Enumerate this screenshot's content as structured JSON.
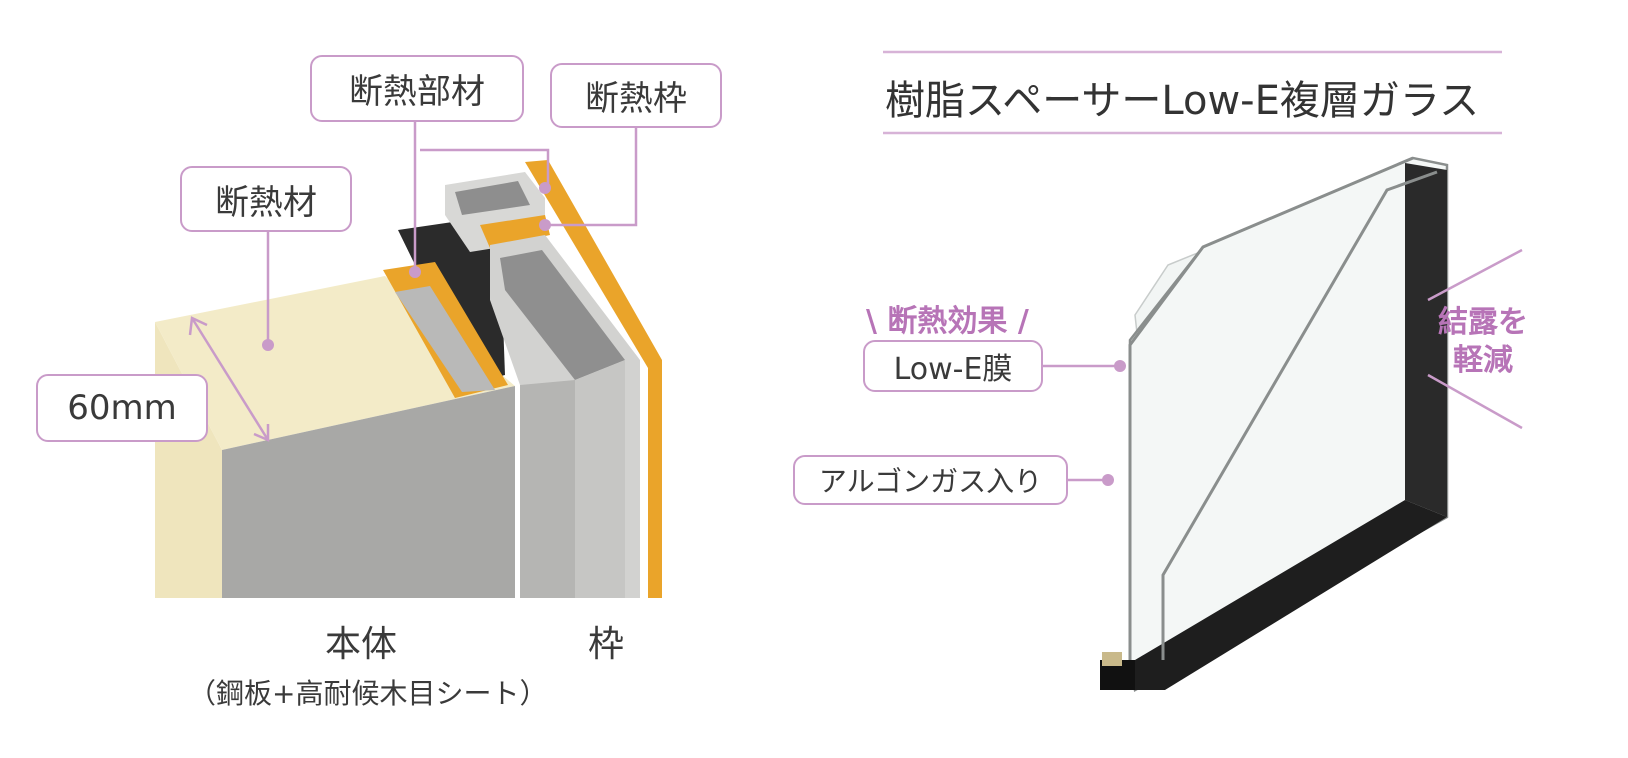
{
  "door_section": {
    "labels": {
      "insulation_member": "断熱部材",
      "insulated_frame": "断熱枠",
      "insulation": "断熱材",
      "thickness": "60mm",
      "body": "本体",
      "body_note": "（鋼板+高耐候木目シート）",
      "frame": "枠"
    }
  },
  "glass_section": {
    "title": "樹脂スペーサーLow-E複層ガラス",
    "effect_heading": "断熱効果",
    "effect_slash_left": "\\",
    "effect_slash_right": "/",
    "low_e_label": "Low-E膜",
    "argon_label": "アルゴンガス入り",
    "condensation_line1": "結露を",
    "condensation_line2": "軽減"
  },
  "colors": {
    "accent_pink": "#c99bc9",
    "accent_text": "#b774b7",
    "insulation_cream": "#f1e8c3",
    "orange": "#eaa42a",
    "steel_gray": "#a9a9a7",
    "spacer_black": "#1e1e1e"
  }
}
